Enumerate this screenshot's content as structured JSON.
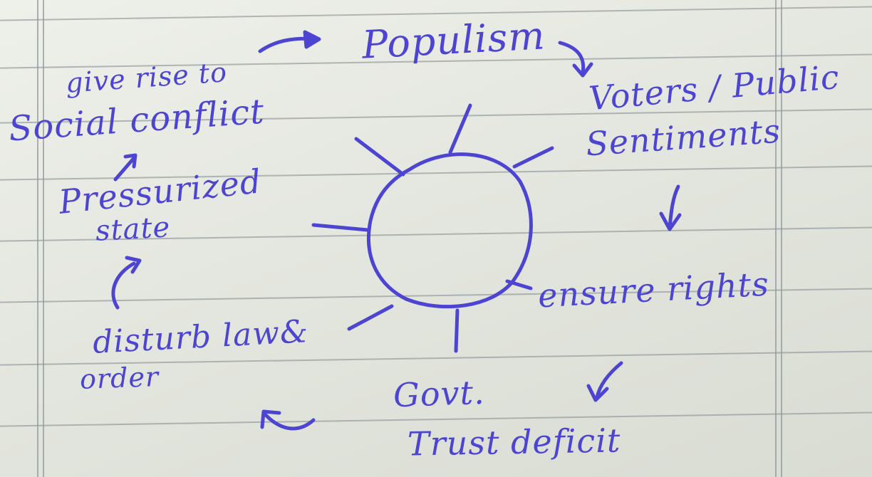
{
  "diagram": {
    "center": "",
    "ink_color": "#4d45d2",
    "nodes": {
      "populism": "Populism",
      "voters": "Voters / Public",
      "sentiments": "Sentiments",
      "ensure_rights": "ensure rights",
      "govt": "Govt.",
      "trust_deficit": "Trust deficit",
      "disturb_law": "disturb law&",
      "order": "order",
      "pressurized": "Pressurized",
      "state": "state",
      "give_rise": "give rise to",
      "social_conflict": "Social conflict"
    },
    "flow": [
      "Populism",
      "Voters / Public Sentiments",
      "ensure rights",
      "Govt. Trust deficit",
      "disturb law& order",
      "Pressurized state",
      "give rise to Social conflict",
      "Populism"
    ]
  }
}
